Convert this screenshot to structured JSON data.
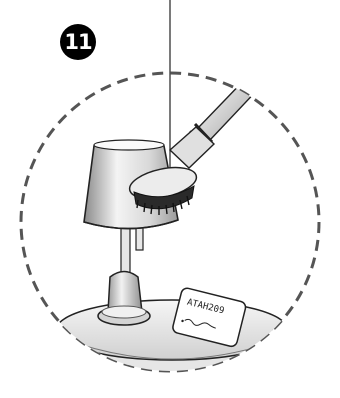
{
  "step": {
    "number": "11"
  },
  "card": {
    "code": "ATAH209",
    "signature": "scribble"
  },
  "icons": {
    "brush": "round-dusting-brush-icon",
    "lamp": "table-lamp-icon"
  }
}
